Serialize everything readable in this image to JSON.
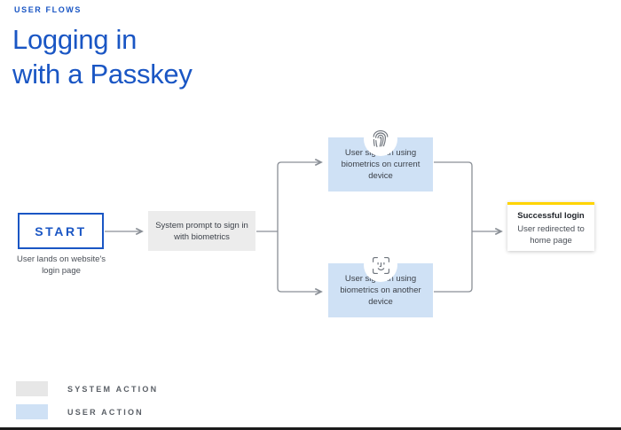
{
  "header": {
    "eyebrow": "USER FLOWS",
    "title_line1": "Logging in",
    "title_line2": "with a Passkey"
  },
  "colors": {
    "brand_blue": "#1a56c4",
    "user_action_fill": "#cfe1f5",
    "system_action_fill": "#ececec",
    "success_accent": "#ffd400",
    "connector_gray": "#8a8f96"
  },
  "flow": {
    "start": {
      "label": "START",
      "caption": "User lands on website's login page"
    },
    "system_prompt": {
      "text": "System prompt to sign in with biometrics"
    },
    "branch_top": {
      "icon": "fingerprint-icon",
      "text": "User signs in using biometrics on current device"
    },
    "branch_bottom": {
      "icon": "face-id-icon",
      "text": "User signs in using biometrics on another device"
    },
    "success": {
      "title": "Successful login",
      "subtitle": "User redirected to home page"
    }
  },
  "legend": {
    "system_label": "SYSTEM ACTION",
    "user_label": "USER ACTION"
  }
}
